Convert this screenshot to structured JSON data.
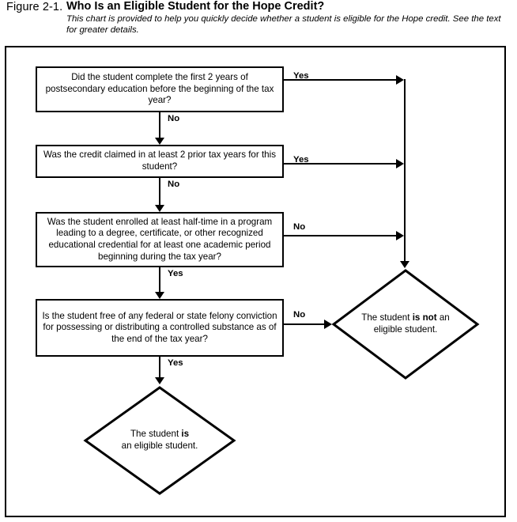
{
  "header": {
    "figure_label": "Figure 2-1.",
    "title": "Who Is an Eligible Student for the Hope Credit?",
    "subtitle": "This chart is provided to help you quickly decide whether a student is eligible for the Hope credit. See the text for greater details."
  },
  "chart_data": {
    "type": "diagram",
    "diagram_kind": "flowchart",
    "title": "Who Is an Eligible Student for the Hope Credit?",
    "nodes": [
      {
        "id": "q1",
        "shape": "rect",
        "text": "Did the student complete the first 2 years of postsecondary education before the beginning of the tax year?"
      },
      {
        "id": "q2",
        "shape": "rect",
        "text": "Was the credit claimed in at least 2 prior tax years for this student?"
      },
      {
        "id": "q3",
        "shape": "rect",
        "text": "Was the student enrolled at least half-time in a program leading to a degree, certificate, or other recognized educational credential for at least one academic period beginning during the tax year?"
      },
      {
        "id": "q4",
        "shape": "rect",
        "text": "Is the student free of any federal or state felony conviction for possessing or distributing a controlled substance as of the end of the tax year?"
      },
      {
        "id": "not_eligible",
        "shape": "diamond",
        "text_parts": [
          "The student ",
          "is not",
          " an eligible student."
        ],
        "text": "The student is not an eligible student."
      },
      {
        "id": "eligible",
        "shape": "diamond",
        "text_parts": [
          "The student ",
          "is",
          " an eligible student."
        ],
        "text": "The student is an eligible student."
      }
    ],
    "edges": [
      {
        "from": "q1",
        "to": "q2",
        "label": "No"
      },
      {
        "from": "q1",
        "to": "not_eligible",
        "label": "Yes"
      },
      {
        "from": "q2",
        "to": "q3",
        "label": "No"
      },
      {
        "from": "q2",
        "to": "not_eligible",
        "label": "Yes"
      },
      {
        "from": "q3",
        "to": "q4",
        "label": "Yes"
      },
      {
        "from": "q3",
        "to": "not_eligible",
        "label": "No"
      },
      {
        "from": "q4",
        "to": "eligible",
        "label": "Yes"
      },
      {
        "from": "q4",
        "to": "not_eligible",
        "label": "No"
      }
    ]
  },
  "boxes": {
    "q1": "Did the student complete the first 2 years of postsecondary education before the beginning of the tax year?",
    "q2": "Was the credit claimed in at least 2 prior tax years for this student?",
    "q3": "Was the student enrolled at least half-time in a program leading to a degree, certificate, or other recognized educational credential for at least one academic period beginning during the tax year?",
    "q4": "Is the student free of any federal or state felony conviction for possessing or distributing a controlled substance as of the end of the tax year?"
  },
  "outcomes": {
    "not_eligible": {
      "lead": "The student ",
      "emphasis": "is not",
      "tail": " an",
      "second_line": "eligible student."
    },
    "eligible": {
      "lead": "The student ",
      "emphasis": "is",
      "tail": "",
      "second_line": "an eligible student."
    }
  },
  "edge_labels": {
    "q1_no": "No",
    "q1_yes": "Yes",
    "q2_no": "No",
    "q2_yes": "Yes",
    "q3_yes": "Yes",
    "q3_no": "No",
    "q4_yes": "Yes",
    "q4_no": "No"
  },
  "colors": {
    "stroke": "#000000",
    "background": "#ffffff",
    "text": "#000000"
  }
}
